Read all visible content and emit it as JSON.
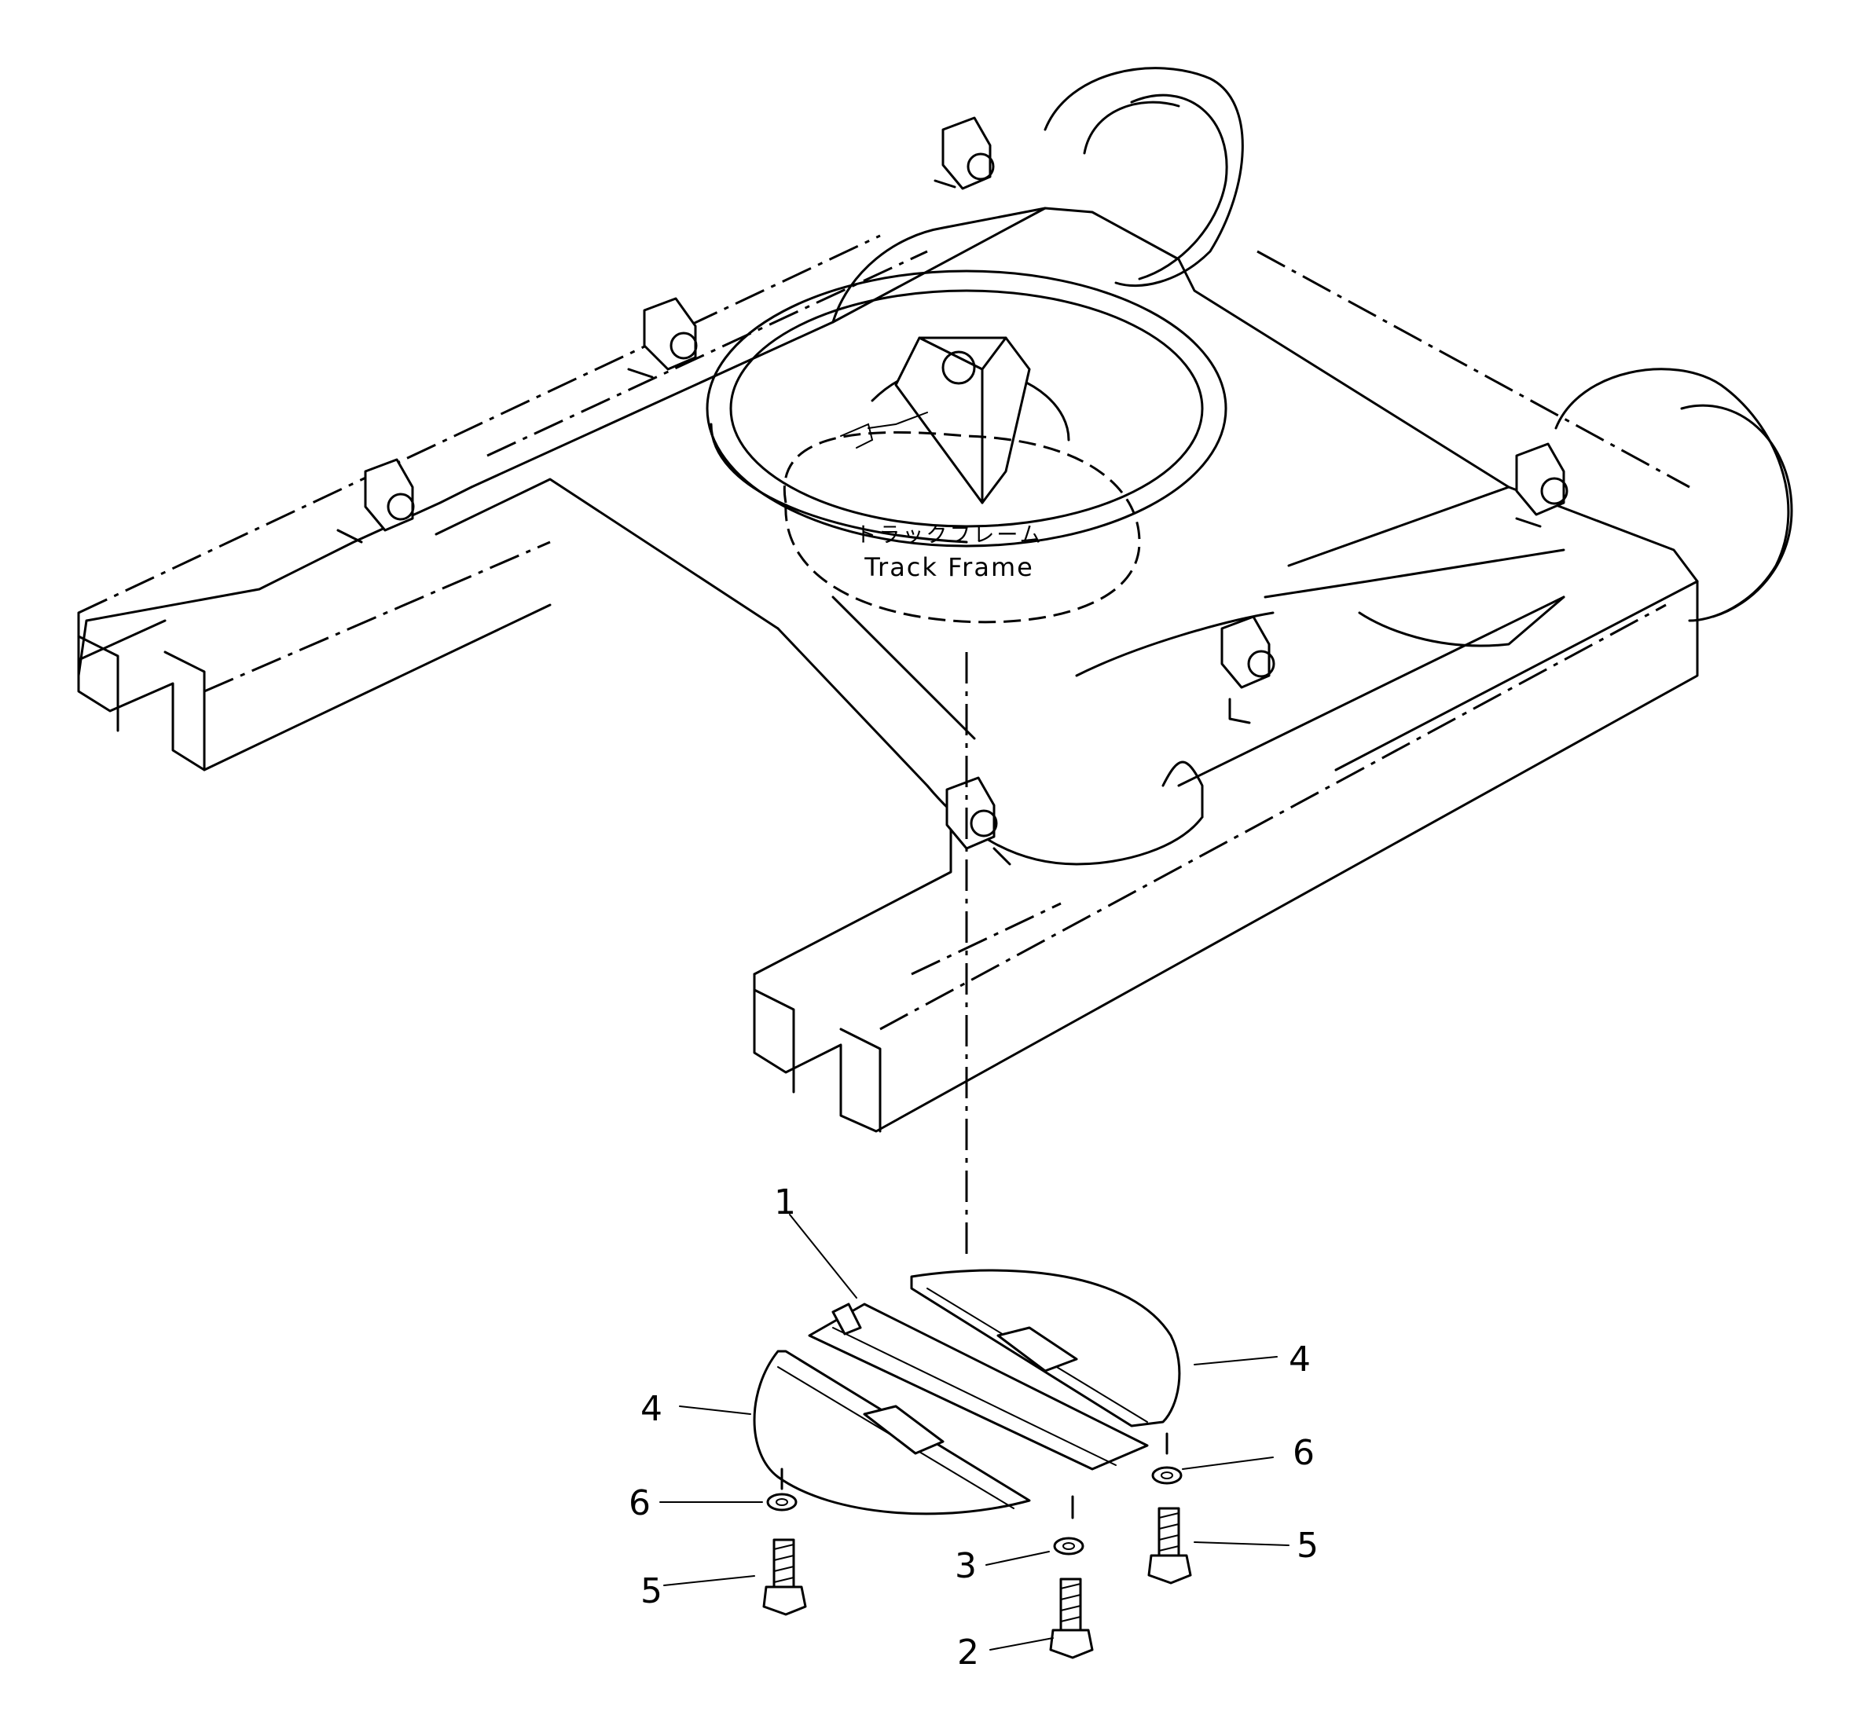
{
  "frame_label": {
    "jp": "トラックフレーム",
    "en": "Track Frame"
  },
  "callouts": [
    "1",
    "2",
    "3",
    "4",
    "4",
    "5",
    "5",
    "6",
    "6"
  ]
}
